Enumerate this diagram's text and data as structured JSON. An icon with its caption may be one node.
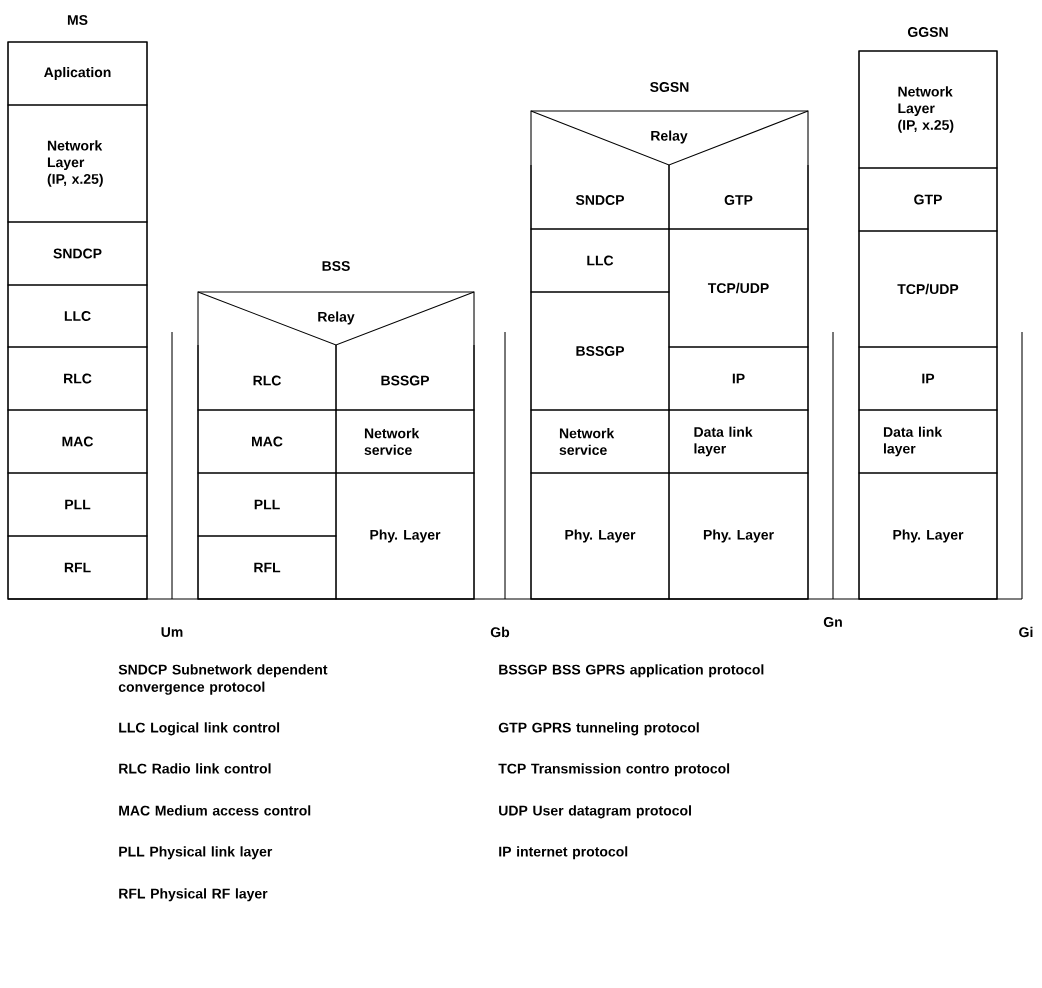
{
  "diagram": {
    "nodes": [
      {
        "text": [
          "MS"
        ]
      },
      {
        "text": [
          "Aplication"
        ],
        "in": 0
      },
      {
        "text": [
          "Network Layer (IP, x.25)"
        ],
        "in": 0
      },
      {
        "text": [
          "SNDCP"
        ],
        "in": 0
      },
      {
        "text": [
          "LLC"
        ],
        "in": 0
      },
      {
        "text": [
          "RLC"
        ],
        "in": 0
      },
      {
        "text": [
          "MAC"
        ],
        "in": 0
      },
      {
        "text": [
          "PLL"
        ],
        "in": 0
      },
      {
        "text": [
          "RFL"
        ],
        "in": 0
      },
      {
        "text": [
          "BSS"
        ]
      },
      {
        "text": [
          "Relay"
        ],
        "in": 9
      },
      {
        "text": [
          "RLC"
        ],
        "in": 9
      },
      {
        "text": [
          "BSSGP"
        ],
        "in": 9
      },
      {
        "text": [
          "MAC"
        ],
        "in": 9
      },
      {
        "text": [
          "Network service"
        ],
        "in": 9
      },
      {
        "text": [
          "PLL"
        ],
        "in": 9
      },
      {
        "text": [
          "Phy. Layer"
        ],
        "in": 9
      },
      {
        "text": [
          "RFL"
        ],
        "in": 9
      },
      {
        "text": [
          "SGSN"
        ]
      },
      {
        "text": [
          "Relay"
        ],
        "in": 18
      },
      {
        "text": [
          "SNDCP"
        ],
        "in": 18
      },
      {
        "text": [
          "GTP"
        ],
        "in": 18
      },
      {
        "text": [
          "LLC"
        ],
        "in": 18
      },
      {
        "text": [
          "TCP/UDP"
        ],
        "in": 18
      },
      {
        "text": [
          "BSSGP"
        ],
        "in": 18
      },
      {
        "text": [
          "IP"
        ],
        "in": 18
      },
      {
        "text": [
          "Network service"
        ],
        "in": 18
      },
      {
        "text": [
          "Data link layer"
        ],
        "in": 18
      },
      {
        "text": [
          "Phy. Layer"
        ],
        "in": 18
      },
      {
        "text": [
          "Phy. Layer"
        ],
        "in": 18
      },
      {
        "text": [
          "GGSN"
        ]
      },
      {
        "text": [
          "Network Layer (IP, x.25)"
        ],
        "in": 30
      },
      {
        "text": [
          "GTP"
        ],
        "in": 30
      },
      {
        "text": [
          "TCP/UDP"
        ],
        "in": 30
      },
      {
        "text": [
          "IP"
        ],
        "in": 30
      },
      {
        "text": [
          "Data link layer"
        ],
        "in": 30
      },
      {
        "text": [
          "Phy. Layer"
        ],
        "in": 30
      }
    ],
    "labels": [
      "Um",
      "Gb",
      "Gn",
      "Gi",
      "SNDCP Subnetwork dependent convergence protocol",
      "BSSGP BSS GPRS application protocol",
      "LLC Logical link control",
      "GTP GPRS tunneling protocol",
      "RLC Radio link control",
      "TCP Transmission contro protocol",
      "MAC Medium access control",
      "UDP User datagram protocol",
      "PLL Physical link layer",
      "IP internet protocol",
      "RFL Physical RF layer"
    ]
  }
}
